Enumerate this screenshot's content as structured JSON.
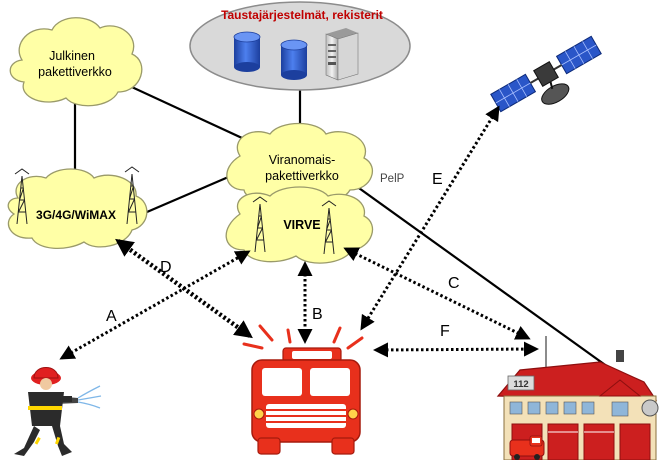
{
  "nodes": {
    "backend": {
      "label": "Taustajärjestelmät, rekisterit"
    },
    "public_network": {
      "label_line1": "Julkinen",
      "label_line2": "pakettiverkko"
    },
    "authority_network": {
      "label_line1": "Viranomais-",
      "label_line2": "pakettiverkko"
    },
    "mobile_network": {
      "label": "3G/4G/WiMAX"
    },
    "virve": {
      "label": "VIRVE"
    },
    "station_sign": {
      "label": "112"
    }
  },
  "links": {
    "pelp": "PelP",
    "A": "A",
    "B": "B",
    "C": "C",
    "D": "D",
    "E": "E",
    "F": "F"
  },
  "colors": {
    "cloud_fill": "#ffffa6",
    "backend_fill": "#d9d9d9",
    "backend_title": "#c00000",
    "database": "#2f5fd6",
    "truck": "#e8301c",
    "firefighter_helmet": "#e02020",
    "station_roof": "#cc1f1f",
    "station_wall": "#f3e1b8",
    "satellite_panel": "#2a56c8"
  }
}
